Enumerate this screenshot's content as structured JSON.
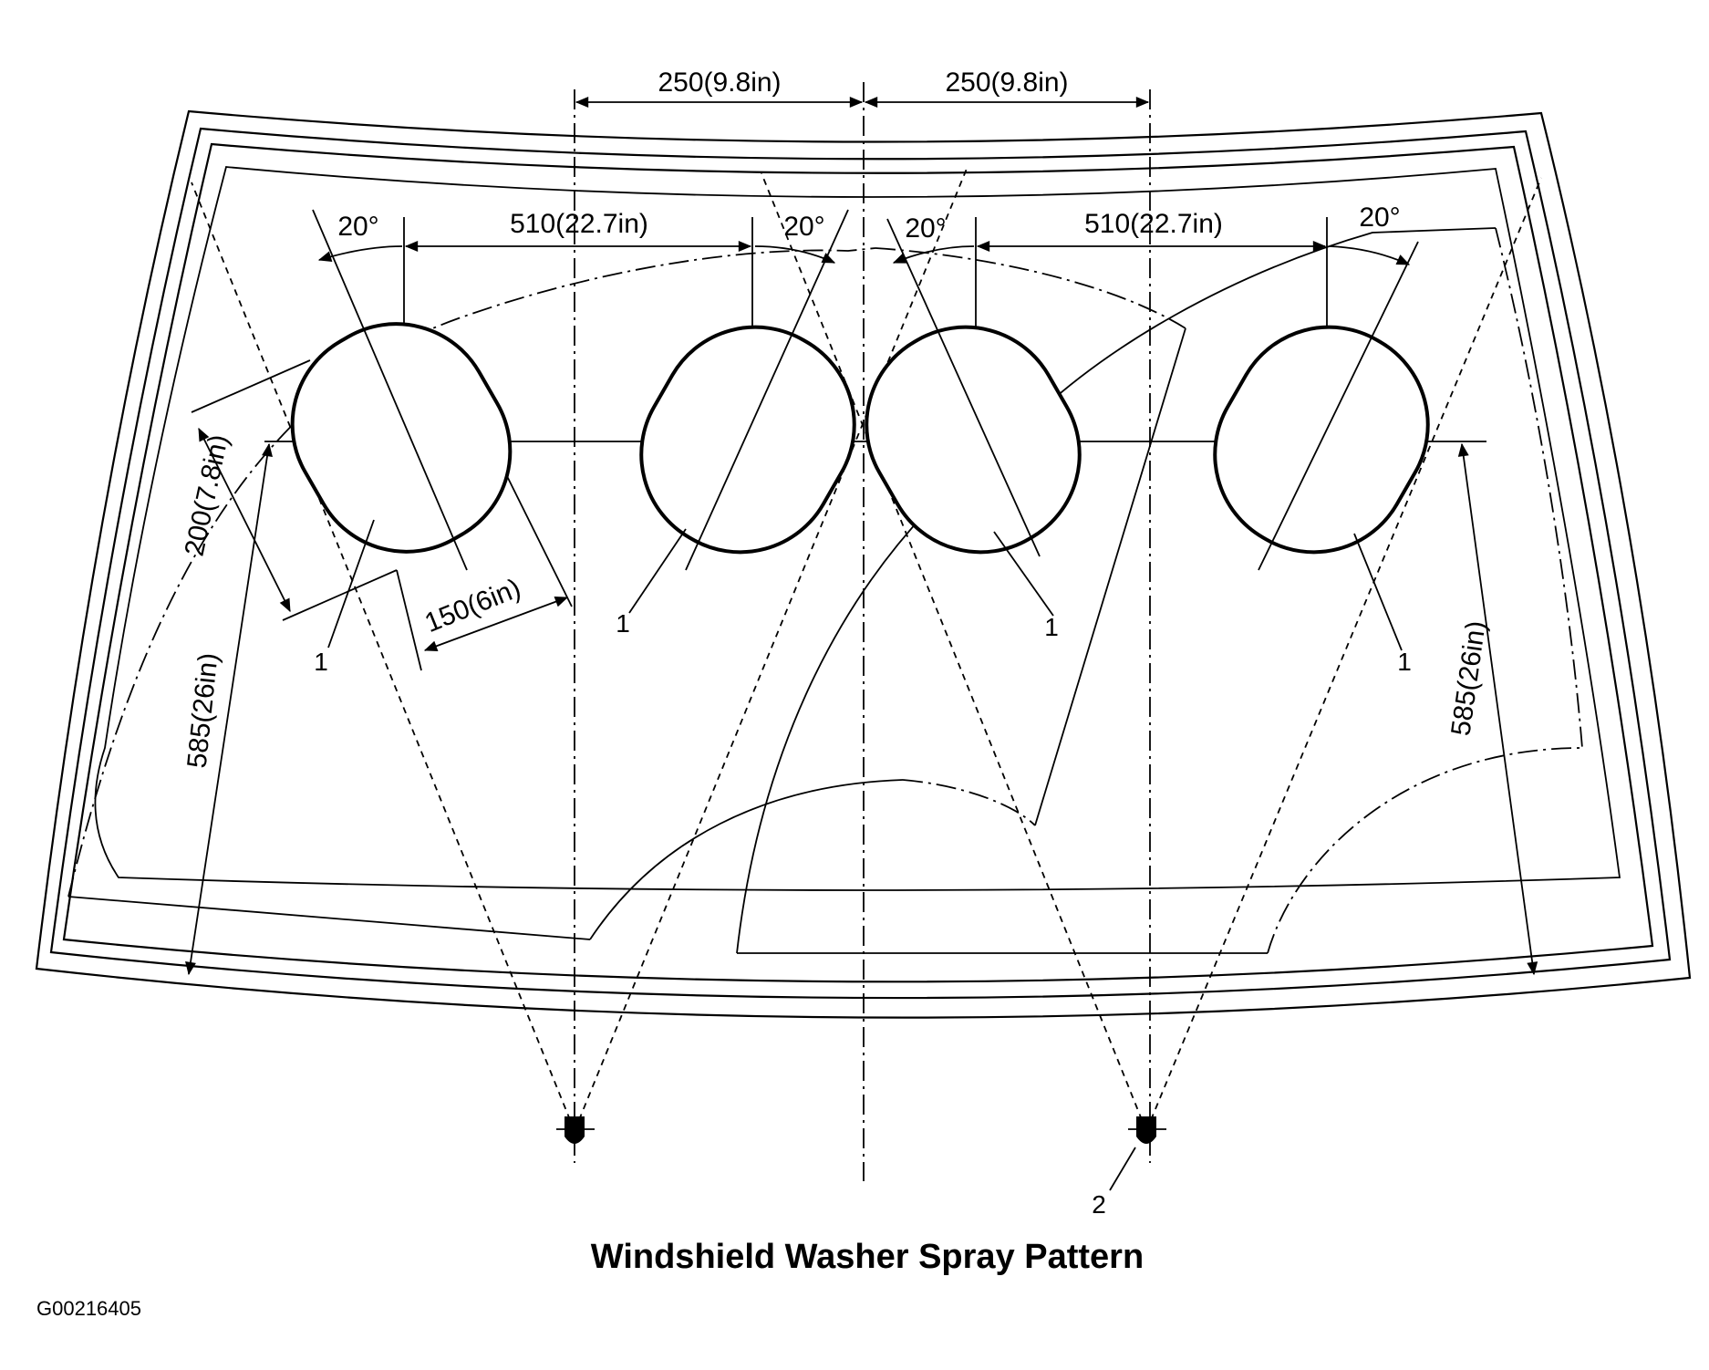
{
  "diagram": {
    "title": "Windshield Washer Spray Pattern",
    "figure_code": "G00216405",
    "dimensions": {
      "top_left_spacing": "250(9.8in)",
      "top_right_spacing": "250(9.8in)",
      "left_spot_spacing": "510(22.7in)",
      "right_spot_spacing": "510(22.7in)",
      "angle_1": "20°",
      "angle_2": "20°",
      "angle_3": "20°",
      "angle_4": "20°",
      "spot_height": "200(7.8in)",
      "spot_width": "150(6in)",
      "left_height": "585(26in)",
      "right_height": "585(26in)"
    },
    "callouts": {
      "spray_spot_1": "1",
      "spray_spot_2": "1",
      "spray_spot_3": "1",
      "spray_spot_4": "1",
      "washer_nozzle": "2"
    }
  }
}
